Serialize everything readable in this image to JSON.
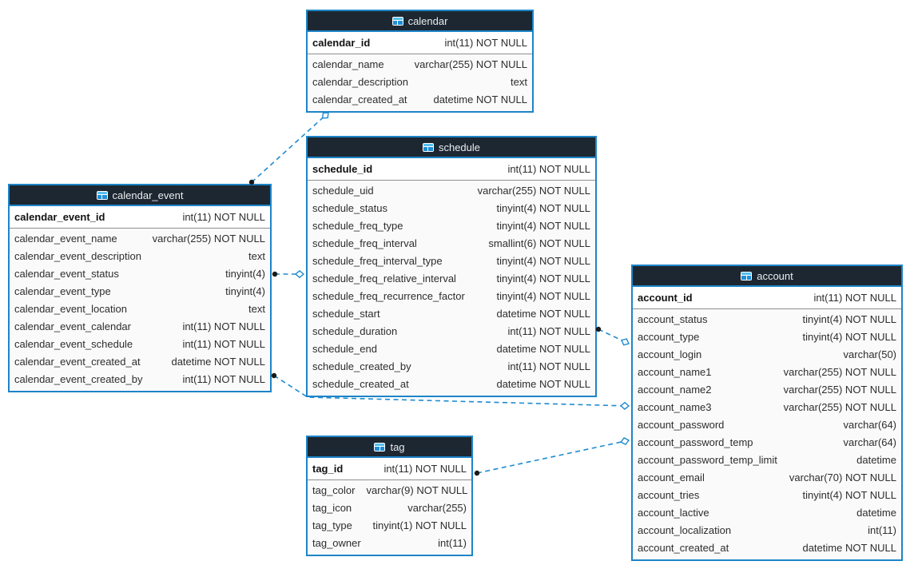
{
  "colors": {
    "accent_blue": "#1e84c8",
    "relationship_line": "#1e8bd0",
    "table_header_bg": "#1d2731",
    "table_header_text": "#e9edf0",
    "table_icon_blue": "#1f8ed6",
    "canvas_bg": "#ffffff"
  },
  "tables": [
    {
      "name": "calendar",
      "icon": "table-icon",
      "primary_key": [
        {
          "name": "calendar_id",
          "type": "int(11) NOT NULL"
        }
      ],
      "columns": [
        {
          "name": "calendar_name",
          "type": "varchar(255) NOT NULL"
        },
        {
          "name": "calendar_description",
          "type": "text"
        },
        {
          "name": "calendar_created_at",
          "type": "datetime NOT NULL"
        }
      ]
    },
    {
      "name": "schedule",
      "icon": "table-icon",
      "primary_key": [
        {
          "name": "schedule_id",
          "type": "int(11) NOT NULL"
        }
      ],
      "columns": [
        {
          "name": "schedule_uid",
          "type": "varchar(255) NOT NULL"
        },
        {
          "name": "schedule_status",
          "type": "tinyint(4) NOT NULL"
        },
        {
          "name": "schedule_freq_type",
          "type": "tinyint(4) NOT NULL"
        },
        {
          "name": "schedule_freq_interval",
          "type": "smallint(6) NOT NULL"
        },
        {
          "name": "schedule_freq_interval_type",
          "type": "tinyint(4) NOT NULL"
        },
        {
          "name": "schedule_freq_relative_interval",
          "type": "tinyint(4) NOT NULL"
        },
        {
          "name": "schedule_freq_recurrence_factor",
          "type": "tinyint(4) NOT NULL"
        },
        {
          "name": "schedule_start",
          "type": "datetime NOT NULL"
        },
        {
          "name": "schedule_duration",
          "type": "int(11) NOT NULL"
        },
        {
          "name": "schedule_end",
          "type": "datetime NOT NULL"
        },
        {
          "name": "schedule_created_by",
          "type": "int(11) NOT NULL"
        },
        {
          "name": "schedule_created_at",
          "type": "datetime NOT NULL"
        }
      ]
    },
    {
      "name": "calendar_event",
      "icon": "table-icon",
      "primary_key": [
        {
          "name": "calendar_event_id",
          "type": "int(11) NOT NULL"
        }
      ],
      "columns": [
        {
          "name": "calendar_event_name",
          "type": "varchar(255) NOT NULL"
        },
        {
          "name": "calendar_event_description",
          "type": "text"
        },
        {
          "name": "calendar_event_status",
          "type": "tinyint(4)"
        },
        {
          "name": "calendar_event_type",
          "type": "tinyint(4)"
        },
        {
          "name": "calendar_event_location",
          "type": "text"
        },
        {
          "name": "calendar_event_calendar",
          "type": "int(11) NOT NULL"
        },
        {
          "name": "calendar_event_schedule",
          "type": "int(11) NOT NULL"
        },
        {
          "name": "calendar_event_created_at",
          "type": "datetime NOT NULL"
        },
        {
          "name": "calendar_event_created_by",
          "type": "int(11) NOT NULL"
        }
      ]
    },
    {
      "name": "account",
      "icon": "table-icon",
      "primary_key": [
        {
          "name": "account_id",
          "type": "int(11) NOT NULL"
        }
      ],
      "columns": [
        {
          "name": "account_status",
          "type": "tinyint(4) NOT NULL"
        },
        {
          "name": "account_type",
          "type": "tinyint(4) NOT NULL"
        },
        {
          "name": "account_login",
          "type": "varchar(50)"
        },
        {
          "name": "account_name1",
          "type": "varchar(255) NOT NULL"
        },
        {
          "name": "account_name2",
          "type": "varchar(255) NOT NULL"
        },
        {
          "name": "account_name3",
          "type": "varchar(255) NOT NULL"
        },
        {
          "name": "account_password",
          "type": "varchar(64)"
        },
        {
          "name": "account_password_temp",
          "type": "varchar(64)"
        },
        {
          "name": "account_password_temp_limit",
          "type": "datetime"
        },
        {
          "name": "account_email",
          "type": "varchar(70) NOT NULL"
        },
        {
          "name": "account_tries",
          "type": "tinyint(4) NOT NULL"
        },
        {
          "name": "account_lactive",
          "type": "datetime"
        },
        {
          "name": "account_localization",
          "type": "int(11)"
        },
        {
          "name": "account_created_at",
          "type": "datetime NOT NULL"
        }
      ]
    },
    {
      "name": "tag",
      "icon": "table-icon",
      "primary_key": [
        {
          "name": "tag_id",
          "type": "int(11) NOT NULL"
        }
      ],
      "columns": [
        {
          "name": "tag_color",
          "type": "varchar(9) NOT NULL"
        },
        {
          "name": "tag_icon",
          "type": "varchar(255)"
        },
        {
          "name": "tag_type",
          "type": "tinyint(1) NOT NULL"
        },
        {
          "name": "tag_owner",
          "type": "int(11)"
        }
      ]
    }
  ],
  "relationships": [
    {
      "from": "calendar_event",
      "to": "calendar"
    },
    {
      "from": "calendar_event",
      "to": "schedule"
    },
    {
      "from": "schedule",
      "to": "account"
    },
    {
      "from": "calendar_event",
      "to": "account"
    },
    {
      "from": "tag",
      "to": "account"
    }
  ]
}
